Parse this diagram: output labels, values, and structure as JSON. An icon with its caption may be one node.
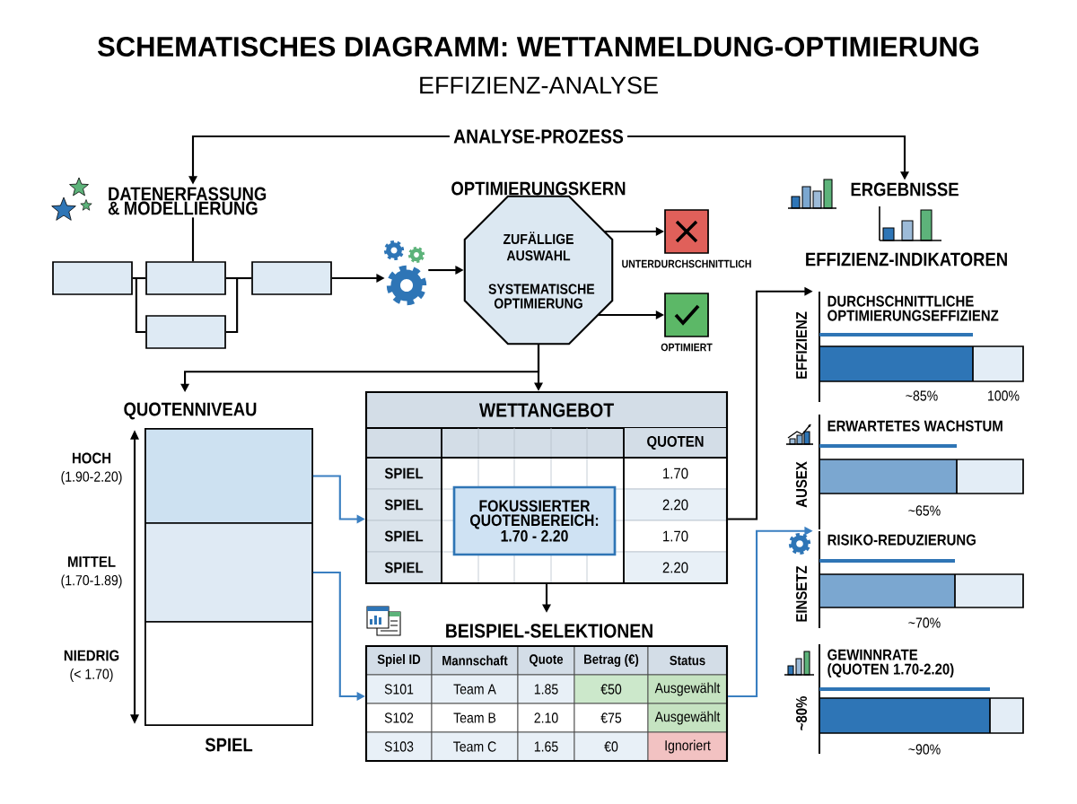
{
  "diagram": {
    "title": "SCHEMATISCHES DIAGRAMM: WETTANMELDUNG-OPTIMIERUNG",
    "nodes": [
      {
        "text": [
          "ANALYSE-PROZESS"
        ]
      },
      {
        "text": [
          "DATENERFASSUNG & MODELLIERUNG"
        ]
      },
      {
        "text": [],
        "shape": "box"
      },
      {
        "text": [],
        "shape": "box"
      },
      {
        "text": [],
        "shape": "box"
      },
      {
        "text": [],
        "shape": "box"
      },
      {
        "text": [],
        "shape": "gear"
      },
      {
        "text": [
          "OPTIMIERUNGSKERN",
          "ZUFÄLLIGE AUSWAHL",
          "SYSTEMATISCHE OPTIMIERUNG"
        ]
      },
      {
        "text": [],
        "shape": "box",
        "beside": [
          "UNTERDURCHSCHNITTLICH"
        ]
      },
      {
        "text": [],
        "shape": "box",
        "beside": [
          "OPTIMIERT"
        ]
      },
      {
        "text": [
          "QUOTENNIVEAU",
          "SPIEL"
        ]
      },
      {
        "text": [],
        "shape": "bar",
        "in": 10,
        "beside": [
          "HOCH",
          "(1.90-2.20)"
        ]
      },
      {
        "text": [],
        "shape": "bar",
        "in": 10,
        "beside": [
          "MITTEL",
          "(1.70-1.89)"
        ]
      },
      {
        "text": [],
        "shape": "bar",
        "in": 10,
        "beside": [
          "NIEDRIG",
          "(< 1.70)"
        ]
      },
      {
        "text": [
          "WETTANGEBOT",
          "QUOTEN",
          "SPIEL",
          "1.70",
          "SPIEL",
          "2.20",
          "SPIEL",
          "1.70",
          "SPIEL",
          "2.20"
        ]
      },
      {
        "text": [
          "FOKUSSIERTER QUOTENBEREICH: 1.70 - 2.20"
        ],
        "in": 14
      },
      {
        "text": [
          "BEISPIEL-SELEKTIONEN",
          "Spiel ID",
          "Mannschaft",
          "Quote",
          "Betrag (€)",
          "Status",
          "S101",
          "Team A",
          "1.85",
          "€50",
          "Ausgewählt",
          "S102",
          "Team B",
          "2.10",
          "€75",
          "Ausgewählt",
          "S103",
          "Team C",
          "1.65",
          "€0",
          "Ignoriert"
        ]
      },
      {
        "text": [
          "ERGEBNISSE"
        ]
      },
      {
        "text": [
          "DURCHSCHNITTLICHE OPTIMIERUNGSEFFIZIENZ",
          "~85%",
          "100%"
        ],
        "beside": [
          "EFFIZIENZ"
        ]
      },
      {
        "text": [
          "ERWARTETES WACHSTUM",
          "~65%"
        ],
        "beside": [
          "AUSEX"
        ]
      },
      {
        "text": [
          "RISIKO-REDUZIERUNG",
          "~70%"
        ],
        "beside": [
          "EINSETZ"
        ]
      },
      {
        "text": [
          "GEWINNRATE (QUOTEN 1.70-2.20)",
          "~90%"
        ],
        "beside": [
          "~80%"
        ]
      }
    ],
    "edges": [
      {
        "from": 0,
        "to": 1,
        "arrow": "to"
      },
      {
        "from": 0,
        "to": 17,
        "arrow": "to"
      },
      {
        "from": 1,
        "to": 3,
        "arrow": "none"
      },
      {
        "from": 2,
        "to": 3,
        "arrow": "none"
      },
      {
        "from": 2,
        "to": 5,
        "arrow": "none"
      },
      {
        "from": 3,
        "to": 4,
        "arrow": "none"
      },
      {
        "from": 5,
        "to": 4,
        "arrow": "none"
      },
      {
        "from": 4,
        "to": 6,
        "arrow": "to"
      },
      {
        "from": 6,
        "to": 7,
        "arrow": "to"
      },
      {
        "from": 7,
        "to": 8,
        "arrow": "to"
      },
      {
        "from": 7,
        "to": 9,
        "arrow": "to"
      },
      {
        "from": 7,
        "to": 14,
        "arrow": "to"
      },
      {
        "from": 7,
        "to": 10,
        "arrow": "to"
      },
      {
        "from": 11,
        "to": 14,
        "arrow": "to",
        "color": "#3a7fc1"
      },
      {
        "from": 12,
        "to": 16,
        "arrow": "to",
        "color": "#3a7fc1"
      },
      {
        "from": 14,
        "to": 16,
        "arrow": "to"
      },
      {
        "from": 14,
        "to": 18,
        "arrow": "to"
      },
      {
        "from": 16,
        "to": 20,
        "arrow": "to",
        "color": "#3a7fc1"
      }
    ],
    "labels": [
      "EFFIZIENZ-ANALYSE",
      "EFFIZIENZ-INDIKATOREN"
    ]
  }
}
